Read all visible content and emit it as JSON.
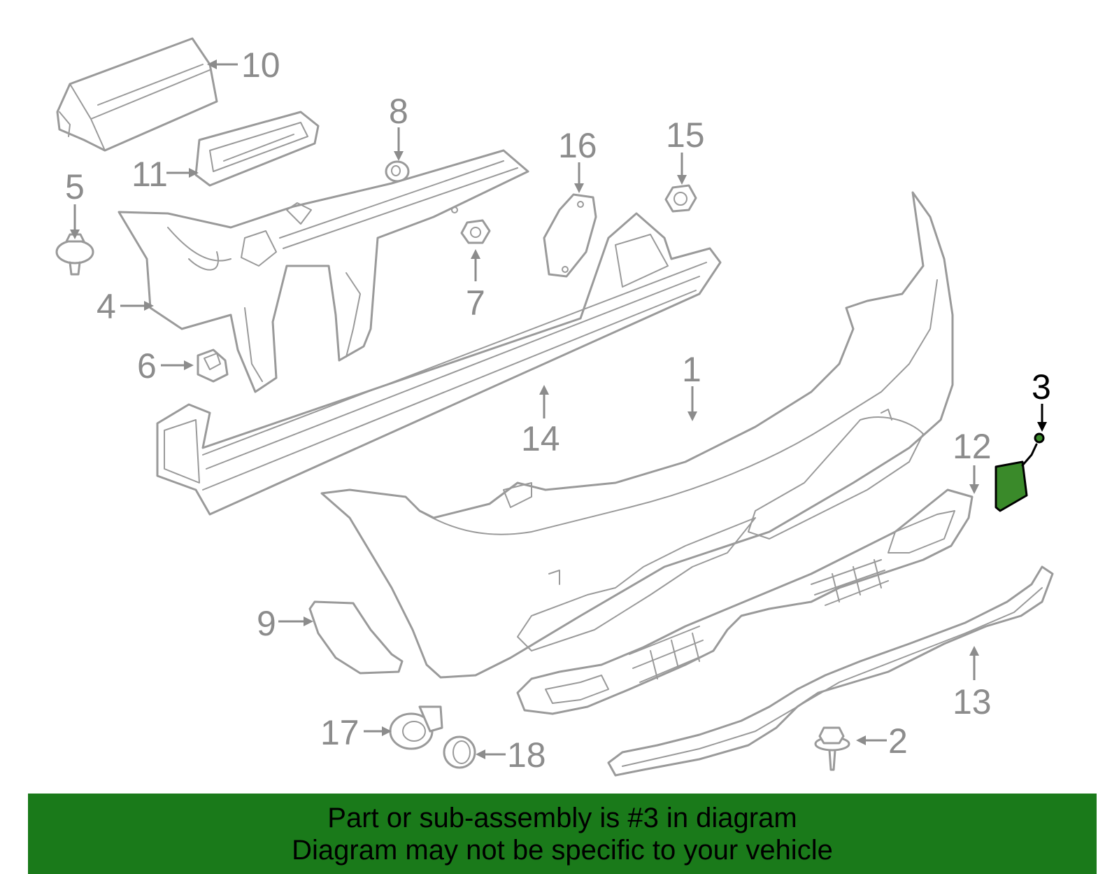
{
  "callouts": {
    "c1": "1",
    "c2": "2",
    "c3": "3",
    "c4": "4",
    "c5": "5",
    "c6": "6",
    "c7": "7",
    "c8": "8",
    "c9": "9",
    "c10": "10",
    "c11": "11",
    "c12": "12",
    "c13": "13",
    "c14": "14",
    "c15": "15",
    "c16": "16",
    "c17": "17",
    "c18": "18"
  },
  "highlighted_part": "3",
  "colors": {
    "line_art": "#9a9a9a",
    "highlight_part": "#3a8a2a",
    "banner_background": "#1a7a1a",
    "banner_text": "#000000"
  },
  "banner": {
    "line1": "Part or sub-assembly is #3 in diagram",
    "line2": "Diagram may not be specific to your vehicle"
  }
}
